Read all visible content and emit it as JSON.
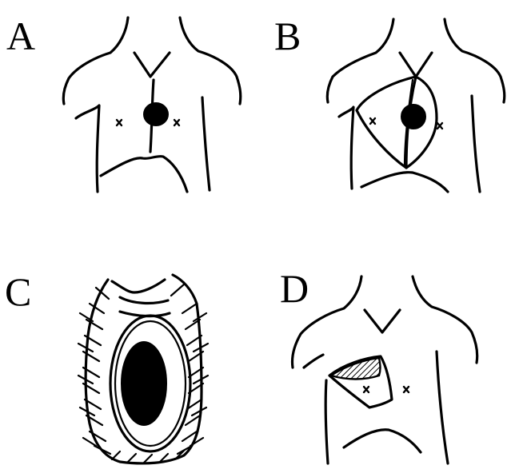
{
  "figure": {
    "panels": [
      {
        "id": "A",
        "label": "A"
      },
      {
        "id": "B",
        "label": "B"
      },
      {
        "id": "C",
        "label": "C"
      },
      {
        "id": "D",
        "label": "D"
      }
    ],
    "colors": {
      "ink": "#000000",
      "background": "#ffffff"
    }
  }
}
